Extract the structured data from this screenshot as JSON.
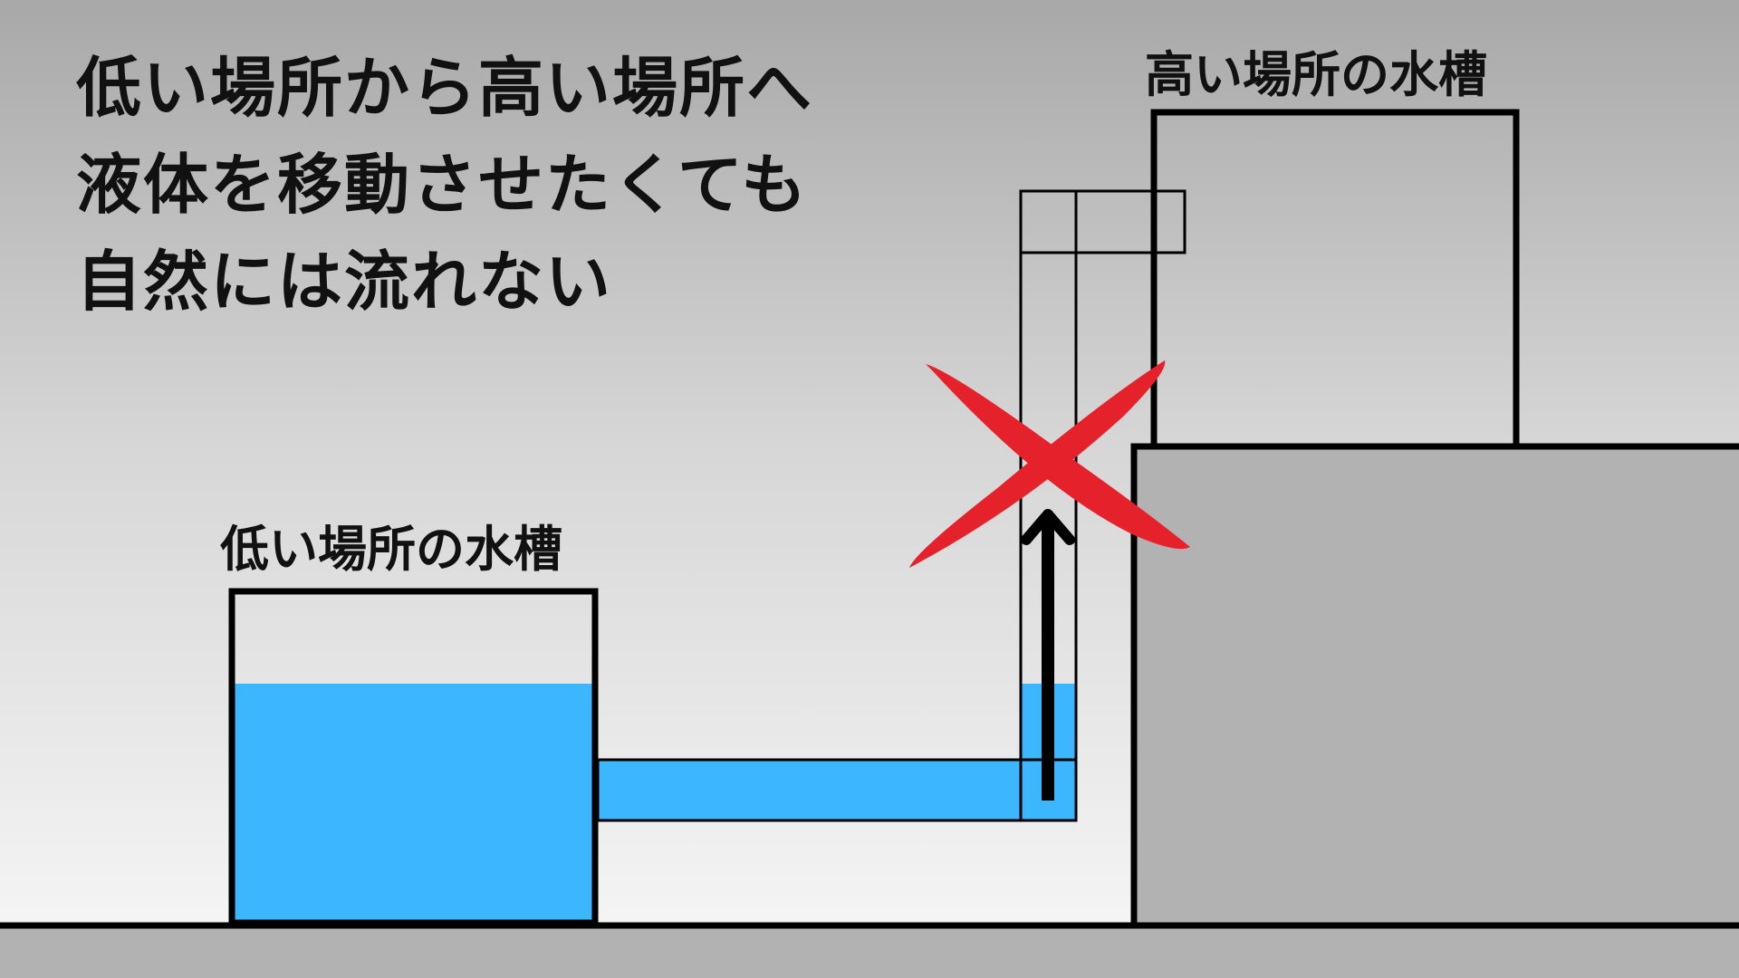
{
  "title_lines": [
    "低い場所から高い場所へ",
    "液体を移動させたくても",
    "自然には流れない"
  ],
  "labels": {
    "high_tank": "高い場所の水槽",
    "low_tank": "低い場所の水槽"
  },
  "colors": {
    "water": "#3bb6ff",
    "cross": "#e5212b",
    "platform": "#b2b2b2",
    "outline": "#000000"
  }
}
